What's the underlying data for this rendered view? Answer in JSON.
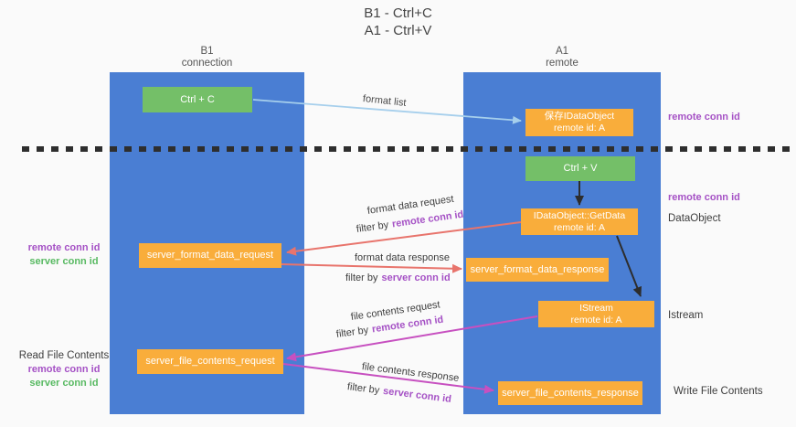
{
  "title": {
    "line1": "B1 - Ctrl+C",
    "line2": "A1 - Ctrl+V"
  },
  "lanes": {
    "left": {
      "name": "B1",
      "subtitle": "connection"
    },
    "right": {
      "name": "A1",
      "subtitle": "remote"
    }
  },
  "boxes": {
    "ctrl_c": {
      "label": "Ctrl + C"
    },
    "save_idataobject": {
      "line1": "保存IDataObject",
      "line2": "remote id: A"
    },
    "ctrl_v": {
      "label": "Ctrl + V"
    },
    "getdata": {
      "line1": "IDataObject::GetData",
      "line2": "remote id: A"
    },
    "format_request": {
      "label": "server_format_data_request"
    },
    "format_response": {
      "label": "server_format_data_response"
    },
    "istream": {
      "line1": "IStream",
      "line2": "remote id: A"
    },
    "file_request": {
      "label": "server_file_contents_request"
    },
    "file_response": {
      "label": "server_file_contents_response"
    }
  },
  "flow_labels": {
    "format_list": "format list",
    "format_data_request": "format data request",
    "format_data_response": "format data response",
    "file_contents_request": "file contents request",
    "file_contents_response": "file contents response",
    "filter_by": "filter by",
    "remote_conn_id": "remote conn id",
    "server_conn_id": "server conn id"
  },
  "side_labels": {
    "right": {
      "remote_conn_id_top": "remote conn id",
      "remote_conn_id_mid": "remote conn id",
      "dataobject": "DataObject",
      "istream": "Istream",
      "write_file_contents": "Write File Contents"
    },
    "left": {
      "remote_conn_id_1": "remote conn id",
      "server_conn_id_1": "server conn id",
      "read_file_contents": "Read File Contents",
      "remote_conn_id_2": "remote conn id",
      "server_conn_id_2": "server conn id"
    }
  },
  "colors": {
    "lane_blue": "#4a7ed3",
    "box_green": "#74bf68",
    "box_orange": "#f9ad3b",
    "accent_purple": "#a551c5",
    "accent_green": "#57b961",
    "arrow_salmon": "#e8746c",
    "arrow_magenta": "#c750c0",
    "arrow_blue": "#a6cfec",
    "arrow_black": "#2d2d2d",
    "background": "#fafafa"
  }
}
